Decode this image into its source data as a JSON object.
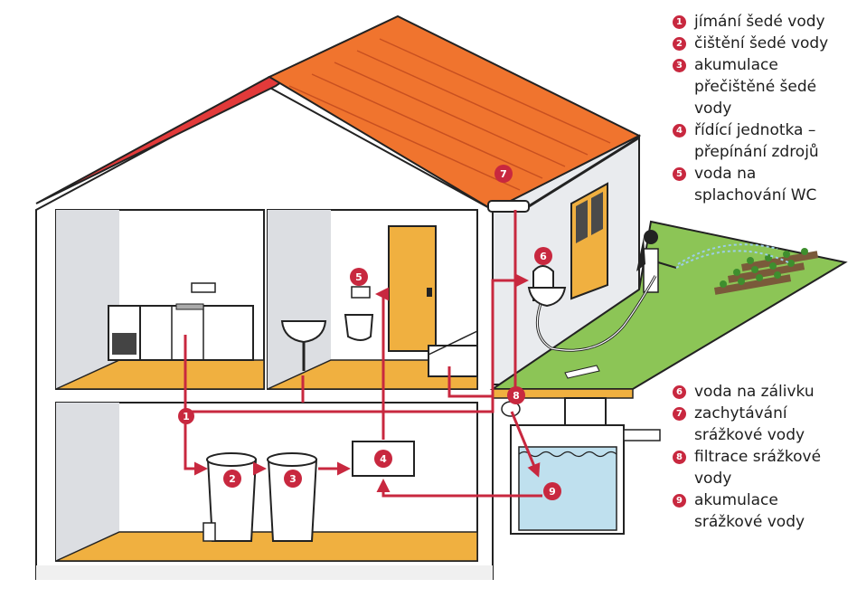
{
  "legend": [
    {
      "num": "1",
      "text": "jímání šedé vody"
    },
    {
      "num": "2",
      "text": "čištění šedé vody"
    },
    {
      "num": "3",
      "text": "akumulace\npřečištěné šedé\nvody"
    },
    {
      "num": "4",
      "text": "řídící jednotka –\npřepínání zdrojů"
    },
    {
      "num": "5",
      "text": "voda na\nsplachování WC"
    },
    {
      "num": "6",
      "text": "voda na zálivku"
    },
    {
      "num": "7",
      "text": "zachytávání\nsrážkové vody"
    },
    {
      "num": "8",
      "text": "filtrace srážkové\nvody"
    },
    {
      "num": "9",
      "text": "akumulace\nsrážkové vody"
    }
  ],
  "markers": {
    "m1": "1",
    "m2": "2",
    "m3": "3",
    "m4": "4",
    "m5": "5",
    "m6": "6",
    "m7": "7",
    "m8": "8",
    "m9": "9"
  },
  "colors": {
    "pipe": "#c8283f",
    "roof": "#f0742e",
    "roof_edge": "#e23a3a",
    "floor": "#f0b040",
    "grass": "#8cc556",
    "water": "#bfe0ee",
    "marker": "#c8283f"
  }
}
